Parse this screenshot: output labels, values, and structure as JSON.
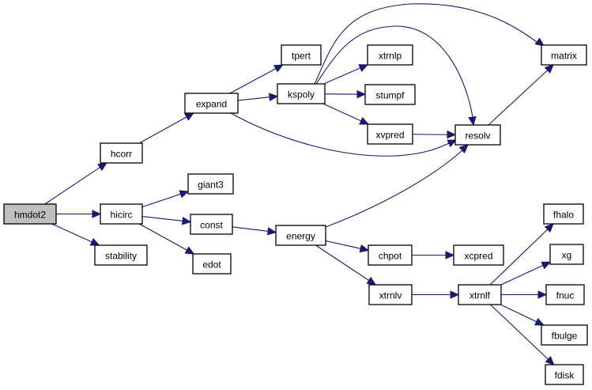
{
  "diagram": {
    "type": "call-graph",
    "root": "hmdot2",
    "colors": {
      "edge": "#191970",
      "root_fill": "#bfbfbf",
      "node_fill": "#ffffff",
      "node_border": "#000000"
    },
    "nodes": [
      {
        "id": "hmdot2",
        "label": "hmdot2",
        "root": true
      },
      {
        "id": "hcorr",
        "label": "hcorr"
      },
      {
        "id": "hicirc",
        "label": "hicirc"
      },
      {
        "id": "stability",
        "label": "stability"
      },
      {
        "id": "expand",
        "label": "expand"
      },
      {
        "id": "tpert",
        "label": "tpert"
      },
      {
        "id": "kspoly",
        "label": "kspoly"
      },
      {
        "id": "xtrnlp",
        "label": "xtrnlp"
      },
      {
        "id": "stumpf",
        "label": "stumpf"
      },
      {
        "id": "xvpred",
        "label": "xvpred"
      },
      {
        "id": "resolv",
        "label": "resolv"
      },
      {
        "id": "matrix",
        "label": "matrix"
      },
      {
        "id": "giant3",
        "label": "giant3"
      },
      {
        "id": "const",
        "label": "const"
      },
      {
        "id": "edot",
        "label": "edot"
      },
      {
        "id": "energy",
        "label": "energy"
      },
      {
        "id": "chpot",
        "label": "chpot"
      },
      {
        "id": "xcpred",
        "label": "xcpred"
      },
      {
        "id": "xtrnlv",
        "label": "xtrnlv"
      },
      {
        "id": "xtrnlf",
        "label": "xtrnlf"
      },
      {
        "id": "fhalo",
        "label": "fhalo"
      },
      {
        "id": "xg",
        "label": "xg"
      },
      {
        "id": "fnuc",
        "label": "fnuc"
      },
      {
        "id": "fbulge",
        "label": "fbulge"
      },
      {
        "id": "fdisk",
        "label": "fdisk"
      }
    ],
    "edges": [
      [
        "hmdot2",
        "hcorr"
      ],
      [
        "hmdot2",
        "hicirc"
      ],
      [
        "hmdot2",
        "stability"
      ],
      [
        "hcorr",
        "expand"
      ],
      [
        "expand",
        "tpert"
      ],
      [
        "expand",
        "kspoly"
      ],
      [
        "expand",
        "resolv"
      ],
      [
        "kspoly",
        "matrix"
      ],
      [
        "kspoly",
        "resolv"
      ],
      [
        "kspoly",
        "xtrnlp"
      ],
      [
        "kspoly",
        "stumpf"
      ],
      [
        "kspoly",
        "xvpred"
      ],
      [
        "xvpred",
        "resolv"
      ],
      [
        "resolv",
        "matrix"
      ],
      [
        "hicirc",
        "giant3"
      ],
      [
        "hicirc",
        "const"
      ],
      [
        "hicirc",
        "edot"
      ],
      [
        "const",
        "energy"
      ],
      [
        "energy",
        "resolv"
      ],
      [
        "energy",
        "chpot"
      ],
      [
        "energy",
        "xtrnlv"
      ],
      [
        "chpot",
        "xcpred"
      ],
      [
        "xtrnlv",
        "xtrnlf"
      ],
      [
        "xtrnlf",
        "fhalo"
      ],
      [
        "xtrnlf",
        "xg"
      ],
      [
        "xtrnlf",
        "fnuc"
      ],
      [
        "xtrnlf",
        "fbulge"
      ],
      [
        "xtrnlf",
        "fdisk"
      ]
    ]
  }
}
